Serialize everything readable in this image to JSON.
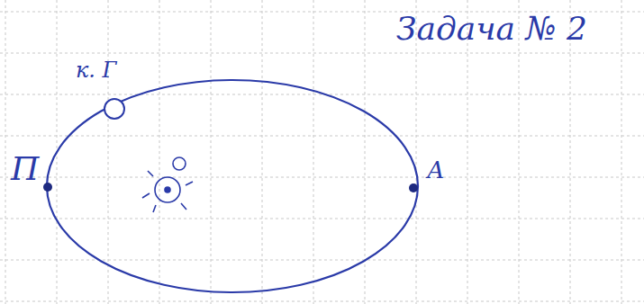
{
  "diagram": {
    "title": "Задача № 2",
    "labels": [
      "к. Г",
      "П",
      "А"
    ]
  }
}
